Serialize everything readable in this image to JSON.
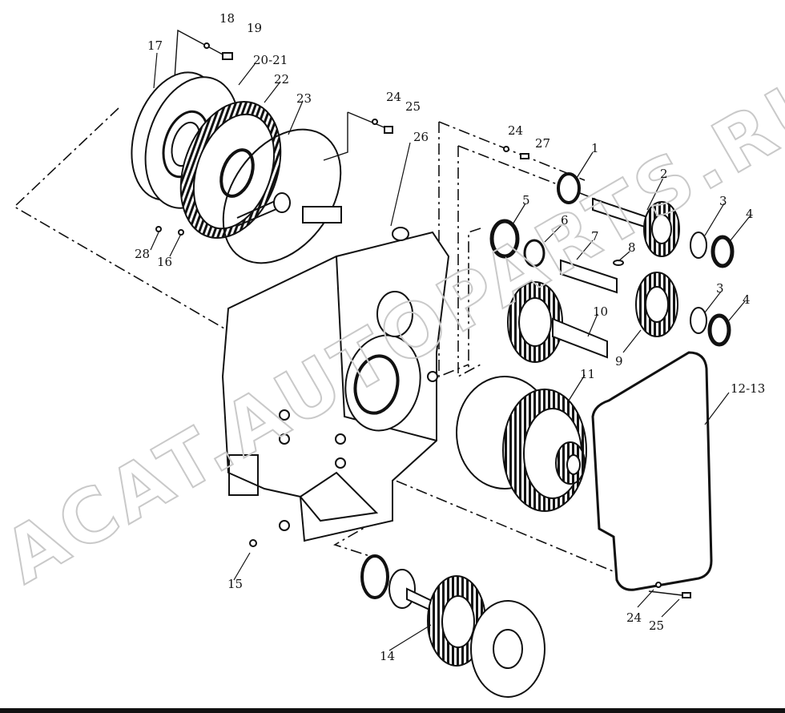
{
  "watermark": "ACAT.AUTOPARTS.RU",
  "labels": [
    "1",
    "2",
    "3",
    "3",
    "4",
    "4",
    "5",
    "6",
    "7",
    "8",
    "9",
    "10",
    "11",
    "12-13",
    "14",
    "15",
    "16",
    "17",
    "18",
    "19",
    "20-21",
    "22",
    "23",
    "24",
    "24",
    "24",
    "25",
    "25",
    "26",
    "27",
    "28"
  ]
}
